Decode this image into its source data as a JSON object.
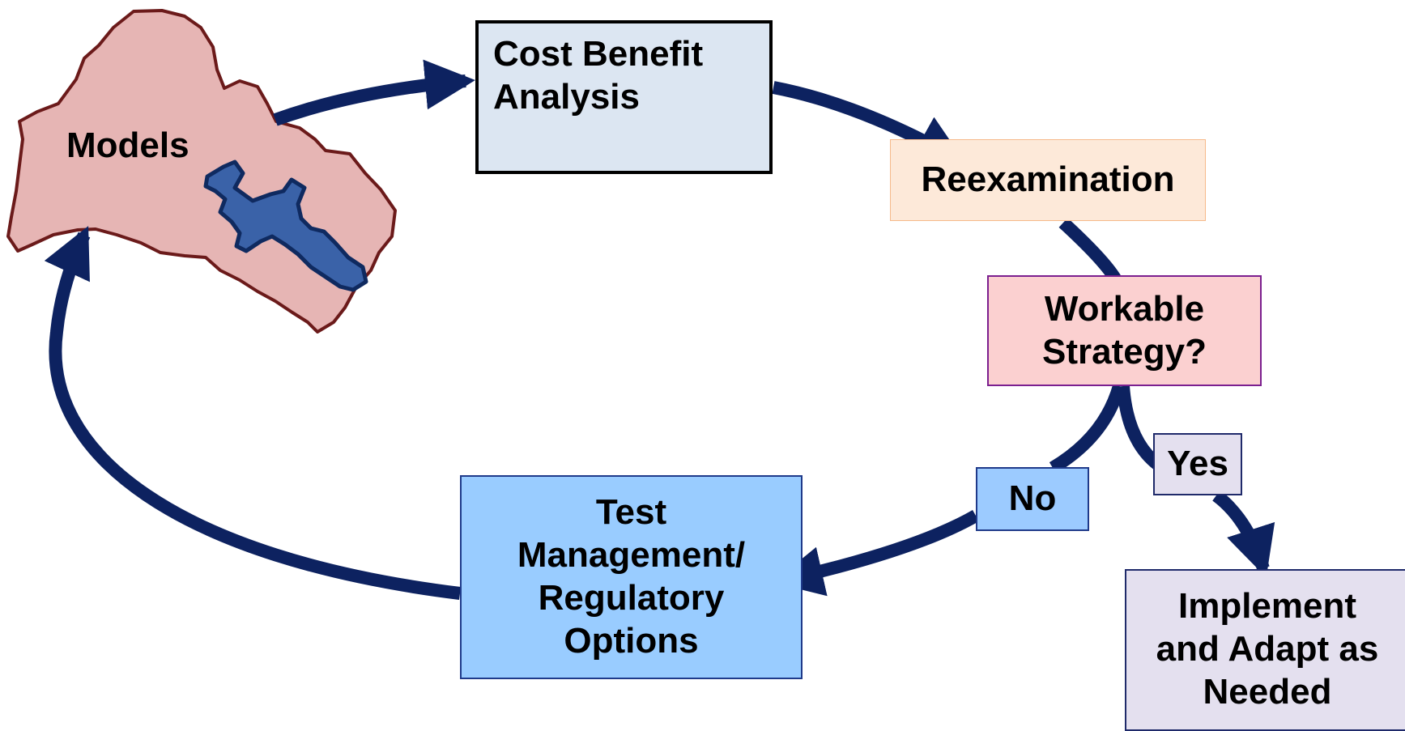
{
  "nodes": {
    "models": "Models",
    "cost_benefit": [
      "Cost Benefit",
      "Analysis"
    ],
    "money_bag_symbol": "$",
    "reexamination": "Reexamination",
    "workable_strategy": [
      "Workable",
      "Strategy?"
    ],
    "no": "No",
    "yes": "Yes",
    "test_options": [
      "Test",
      "Management/",
      "Regulatory",
      "Options"
    ],
    "implement": [
      "Implement",
      "and Adapt as",
      "Needed"
    ]
  },
  "colors": {
    "arrow": "#0d2260",
    "watershed_fill": "#e6b5b4",
    "watershed_outline": "#6b1a1a",
    "reservoir_fill": "#3a62a8",
    "reservoir_outline": "#0f2a60"
  }
}
